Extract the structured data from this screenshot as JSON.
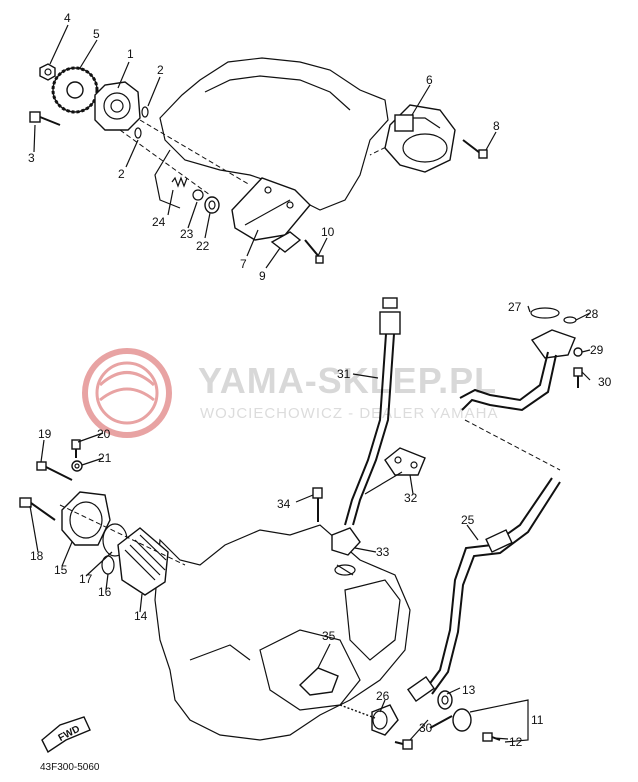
{
  "watermark": {
    "title": "YAMA-SKLEP.PL",
    "subtitle": "WOJCIECHOWICZ - DEALER YAMAHA"
  },
  "diagram_code": "43F300-5060",
  "fwd_label": "FWD",
  "colors": {
    "ink": "#111111",
    "watermark_red": "#e8a3a3",
    "watermark_gray": "#d8d8d8"
  },
  "callouts": [
    "1",
    "2",
    "2",
    "3",
    "4",
    "5",
    "6",
    "7",
    "8",
    "9",
    "10",
    "11",
    "12",
    "13",
    "14",
    "15",
    "16",
    "17",
    "18",
    "19",
    "20",
    "21",
    "22",
    "23",
    "24",
    "25",
    "26",
    "27",
    "28",
    "29",
    "30",
    "30",
    "31",
    "32",
    "33",
    "34",
    "35"
  ]
}
